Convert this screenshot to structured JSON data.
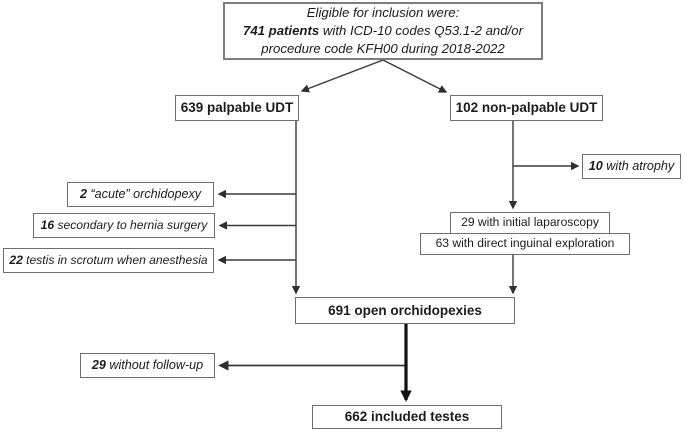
{
  "colors": {
    "box_border": "#6e6e6e",
    "top_box_border": "#7d7d7d",
    "text": "#1c1c1c",
    "connector": "#3a3a3a",
    "emphasis_arrow": "#111111",
    "background": "#ffffff"
  },
  "boxes": {
    "eligible": {
      "line1": "Eligible for inclusion were:",
      "line2_bold": "741 patients",
      "line2_rest": " with ICD-10 codes Q53.1-2 and/or",
      "line3": "procedure code KFH00 during 2018-2022"
    },
    "palpable_udt": "639 palpable UDT",
    "non_palpable_udt": "102 non-palpable UDT",
    "atrophy": {
      "num": "10",
      "text": " with atrophy"
    },
    "acute_orchidopexy": {
      "num": "2",
      "text": " “acute” orchidopexy"
    },
    "hernia_surgery": {
      "num": "16",
      "text": " secondary to hernia surgery"
    },
    "testis_in_scrotum": {
      "num": "22",
      "text": " testis in scrotum when anesthesia"
    },
    "initial_laparoscopy": "29 with initial laparoscopy",
    "inguinal_exploration": "63 with direct inguinal exploration",
    "open_orchidopexies": "691 open orchidopexies",
    "without_followup": {
      "num": "29",
      "text": " without follow-up"
    },
    "included_testes": "662 included testes"
  },
  "edges": [
    {
      "from": "eligible",
      "to": "palpable_udt"
    },
    {
      "from": "eligible",
      "to": "non_palpable_udt"
    },
    {
      "from": "palpable_udt",
      "to": "acute_orchidopexy"
    },
    {
      "from": "palpable_udt",
      "to": "hernia_surgery"
    },
    {
      "from": "palpable_udt",
      "to": "testis_in_scrotum"
    },
    {
      "from": "palpable_udt",
      "to": "open_orchidopexies"
    },
    {
      "from": "non_palpable_udt",
      "to": "atrophy"
    },
    {
      "from": "non_palpable_udt",
      "to": "initial_laparoscopy"
    },
    {
      "from": "inguinal_exploration",
      "to": "open_orchidopexies"
    },
    {
      "from": "open_orchidopexies",
      "to": "without_followup"
    },
    {
      "from": "open_orchidopexies",
      "to": "included_testes"
    }
  ]
}
